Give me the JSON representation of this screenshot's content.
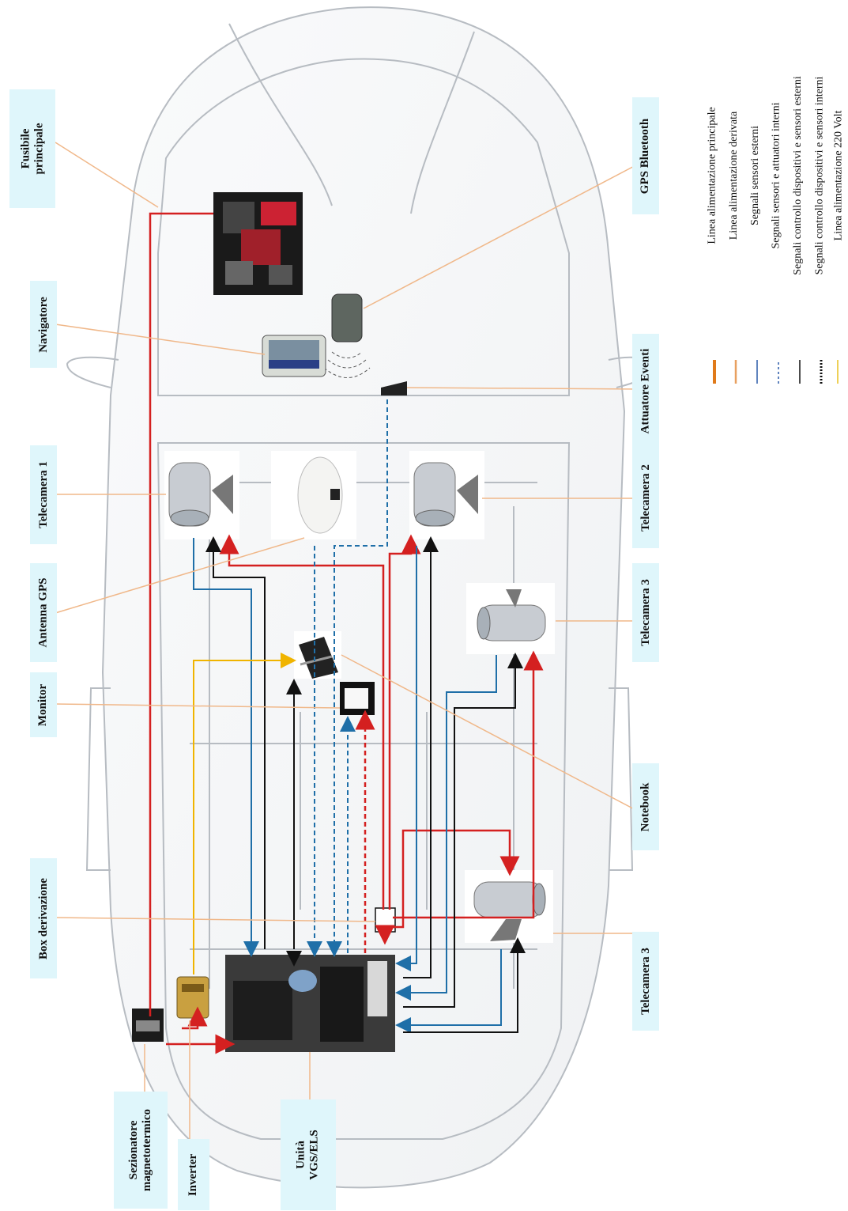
{
  "labels": {
    "fusibile": [
      "Fusibile",
      "principale"
    ],
    "navigatore": "Navigatore",
    "telecamera1": "Telecamera 1",
    "antenna_gps": "Antenna GPS",
    "monitor": "Monitor",
    "box_derivazione": "Box derivazione",
    "sezionatore": [
      "Sezionatore",
      "magnetotermico"
    ],
    "inverter": "Inverter",
    "unita": [
      "Unità",
      "VGS/ELS"
    ],
    "gps_bluetooth": "GPS Bluetooth",
    "attuatore_eventi": "Attuatore Eventi",
    "telecamera2": "Telecamera 2",
    "telecamera3_top": "Telecamera 3",
    "notebook": "Notebook",
    "telecamera3_bottom": "Telecamera 3"
  },
  "legend": [
    {
      "text": "Linea alimentazione principale",
      "color": "#e07a1a",
      "style": "solid-thick"
    },
    {
      "text": "Linea alimentazione derivata",
      "color": "#e8a060",
      "style": "solid"
    },
    {
      "text": "Segnali sensori esterni",
      "color": "#2a5aa8",
      "style": "solid-thin"
    },
    {
      "text": "Segnali sensori e attuatori interni",
      "color": "#2a5aa8",
      "style": "dashed"
    },
    {
      "text": "Segnali controllo dispositivi e sensori esterni",
      "color": "#111111",
      "style": "solid-thin"
    },
    {
      "text": "Segnali controllo dispositivi e sensori interni",
      "color": "#111111",
      "style": "dotted-thick"
    },
    {
      "text": "Linea alimentazione 220 Volt",
      "color": "#e8c020",
      "style": "solid-thin"
    }
  ],
  "colors": {
    "power_main": "#d42020",
    "signal_ext": "#1f6fa8",
    "control": "#111111",
    "power_220": "#f0b400",
    "label_bg": "#dff6fb",
    "leader": "#f0b88a"
  }
}
